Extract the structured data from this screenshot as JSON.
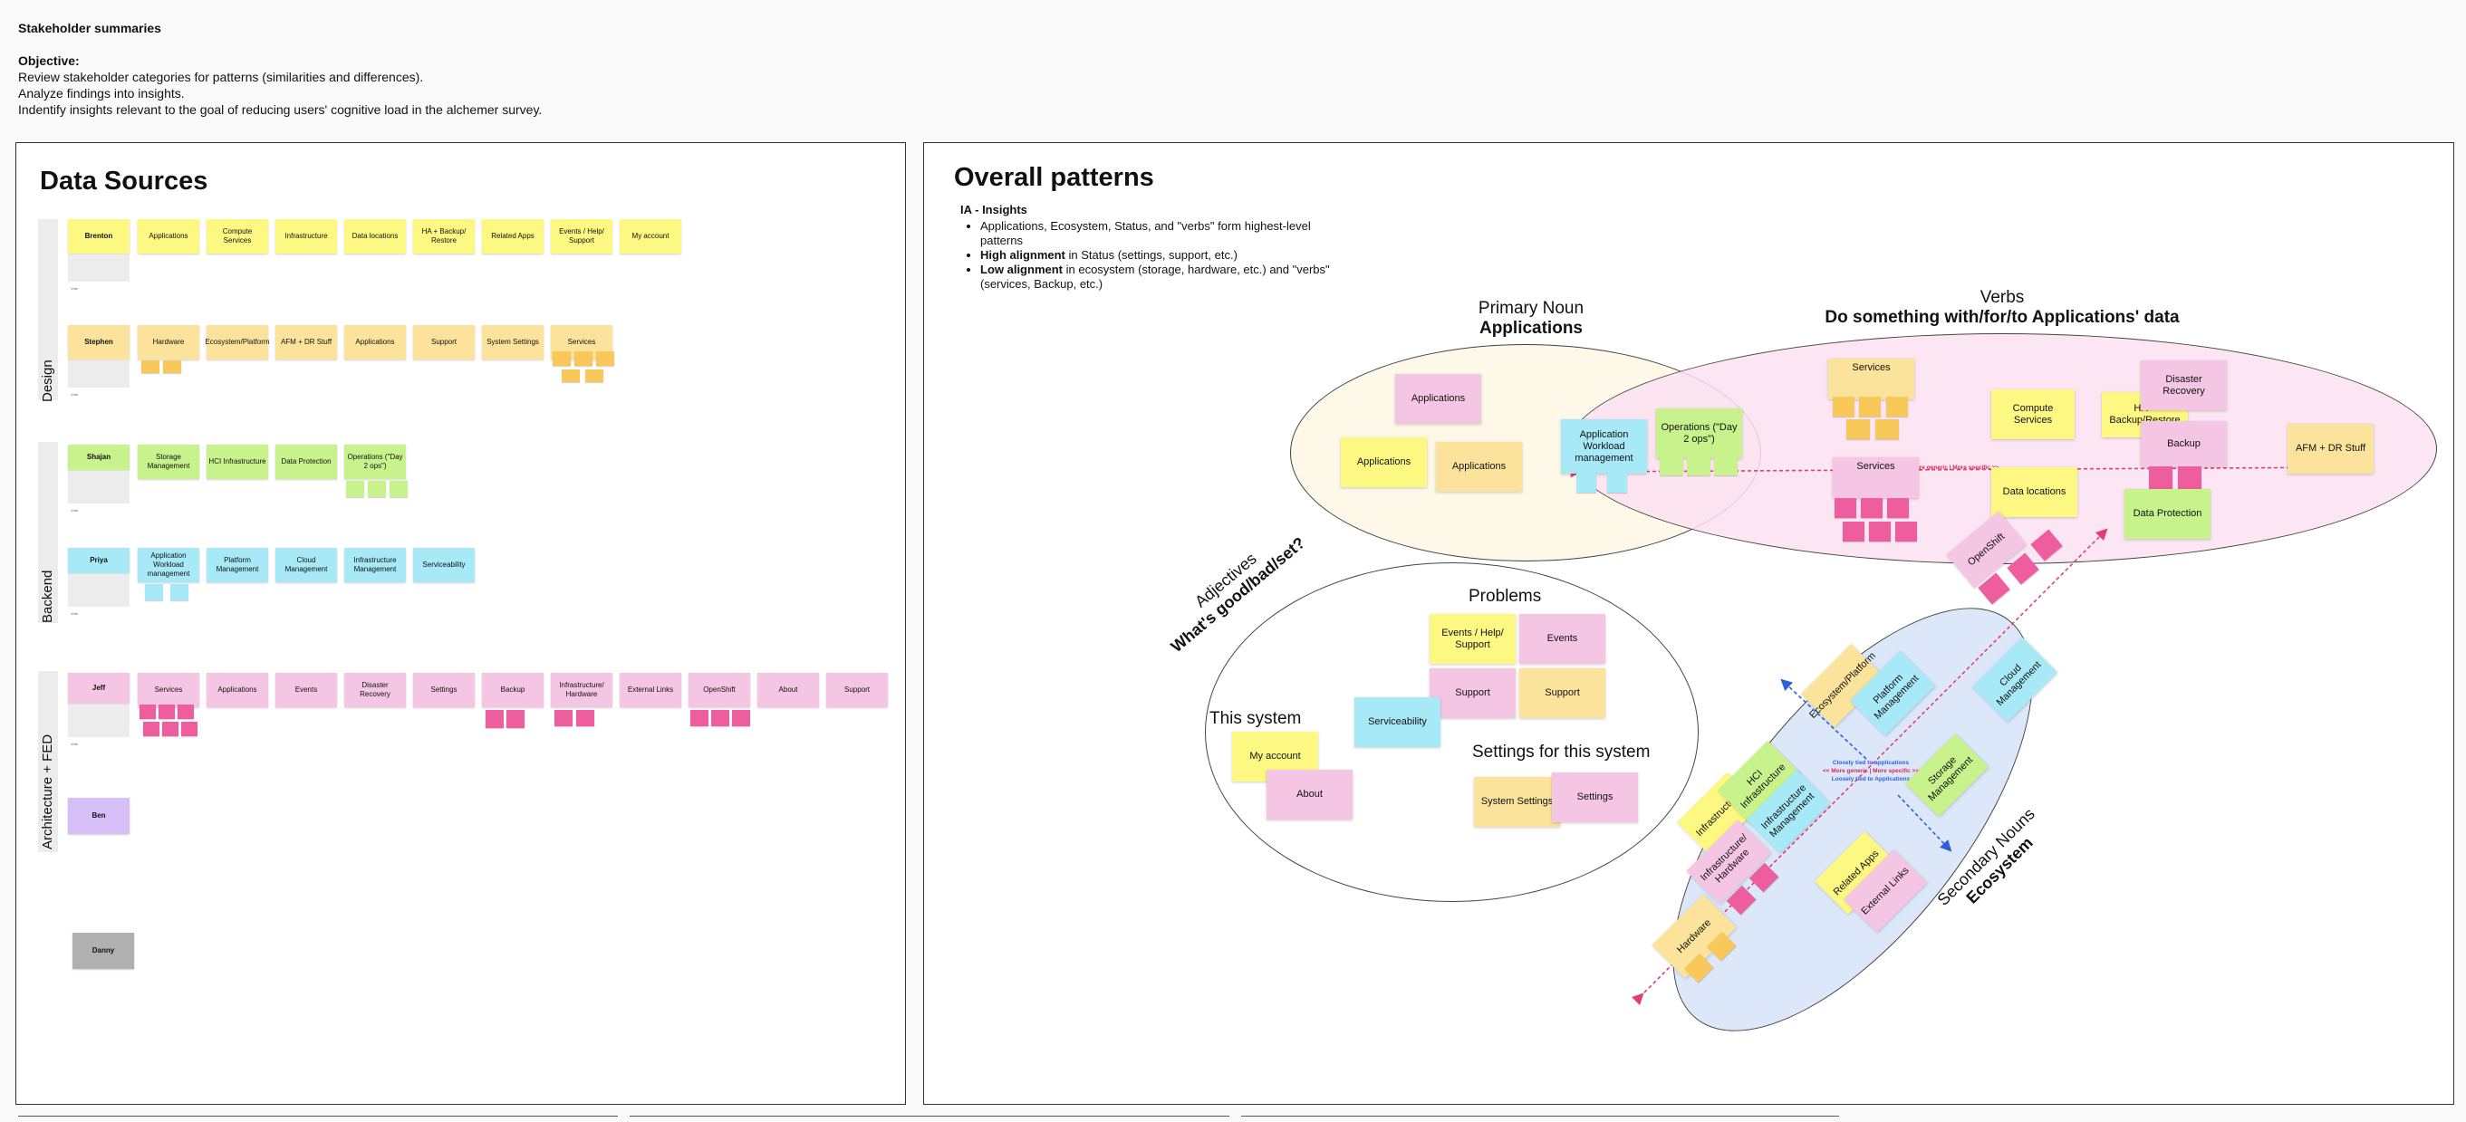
{
  "header": {
    "title": "Stakeholder summaries",
    "objective_label": "Objective:",
    "objective_lines": [
      "Review stakeholder categories for patterns (similarities and differences).",
      "Analyze findings into insights.",
      "Indentify insights relevant to the goal of reducing users' cognitive load in the alchemer survey."
    ]
  },
  "data_sources": {
    "title": "Data Sources",
    "groups": [
      "Design",
      "Backend",
      "Architecture + FED"
    ],
    "people": [
      "Brenton",
      "Stephen",
      "Shajan",
      "Priya",
      "Jeff",
      "Ben",
      "Danny"
    ],
    "brenton": [
      "Applications",
      "Compute Services",
      "Infrastructure",
      "Data locations",
      "HA + Backup/ Restore",
      "Related Apps",
      "Events / Help/ Support",
      "My account"
    ],
    "stephen": [
      "Hardware",
      "Ecosystem/Platform",
      "AFM + DR Stuff",
      "Applications",
      "Support",
      "System Settings",
      "Services"
    ],
    "shajan": [
      "Storage Management",
      "HCI Infrastructure",
      "Data Protection",
      "Operations (\"Day 2 ops\")"
    ],
    "priya": [
      "Application Workload management",
      "Platform Management",
      "Cloud Management",
      "Infrastructure Management",
      "Serviceability"
    ],
    "jeff": [
      "Services",
      "Applications",
      "Events",
      "Disaster Recovery",
      "Settings",
      "Backup",
      "Infrastructure/ Hardware",
      "External Links",
      "OpenShift",
      "About",
      "Support"
    ],
    "vote": "Vote"
  },
  "overall": {
    "title": "Overall patterns",
    "ia_title": "IA - Insights",
    "bullets": [
      {
        "bold": "",
        "text": "Applications, Ecosystem, Status, and \"verbs\" form highest-level patterns"
      },
      {
        "bold": "High alignment",
        "text": " in Status (settings, support, etc.)"
      },
      {
        "bold": "Low alignment",
        "text": " in ecosystem (storage, hardware, etc.) and \"verbs\" (services, Backup, etc.)"
      }
    ],
    "primary_noun": "Primary Noun",
    "primary_noun_sub": "Applications",
    "verbs": "Verbs",
    "verbs_sub": "Do something with/for/to Applications' data",
    "adjectives": "Adjectives",
    "adjectives_sub": "What's good/bad/set?",
    "secondary": "Secondary Nouns",
    "secondary_sub": "Ecosystem",
    "problems": "Problems",
    "this_system": "This system",
    "settings_for": "Settings for this system",
    "arrow_label": "<< More generic | More specific >>",
    "center_lines": [
      "Closely tied to applications",
      "<< More generic | More specific >>",
      "Loosely tied to Applications"
    ],
    "stickies": {
      "applications": "Applications",
      "app_workload": "Application Workload management",
      "operations": "Operations (\"Day 2 ops\")",
      "services": "Services",
      "compute": "Compute Services",
      "ha": "HA + Backup/Restore",
      "disaster": "Disaster Recovery",
      "backup": "Backup",
      "afm": "AFM + DR Stuff",
      "data_locations": "Data locations",
      "data_protection": "Data Protection",
      "openshift": "OpenShift",
      "events_help": "Events / Help/ Support",
      "events": "Events",
      "support": "Support",
      "serviceability": "Serviceability",
      "my_account": "My account",
      "about": "About",
      "system_settings": "System Settings",
      "settings": "Settings",
      "ecosystem": "Ecosystem/Platform",
      "platform_mgmt": "Platform Management",
      "cloud_mgmt": "Cloud Management",
      "infrastructure": "Infrastructure",
      "hci": "HCI Infrastructure",
      "infra_mgmt": "Infrastructure Management",
      "storage_mgmt": "Storage Management",
      "infra_hw": "Infrastructure/ Hardware",
      "related_apps": "Related Apps",
      "external_links": "External Links",
      "hardware": "Hardware"
    }
  }
}
